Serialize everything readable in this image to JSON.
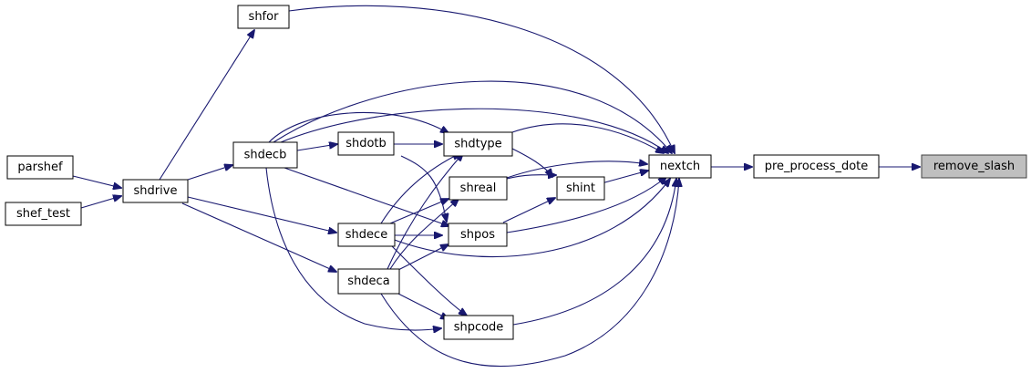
{
  "graph": {
    "nodes": [
      {
        "id": "shfor",
        "label": "shfor",
        "highlight": false
      },
      {
        "id": "parshef",
        "label": "parshef",
        "highlight": false
      },
      {
        "id": "shef_test",
        "label": "shef_test",
        "highlight": false
      },
      {
        "id": "shdrive",
        "label": "shdrive",
        "highlight": false
      },
      {
        "id": "shdecb",
        "label": "shdecb",
        "highlight": false
      },
      {
        "id": "shdotb",
        "label": "shdotb",
        "highlight": false
      },
      {
        "id": "shdtype",
        "label": "shdtype",
        "highlight": false
      },
      {
        "id": "shreal",
        "label": "shreal",
        "highlight": false
      },
      {
        "id": "shint",
        "label": "shint",
        "highlight": false
      },
      {
        "id": "shdece",
        "label": "shdece",
        "highlight": false
      },
      {
        "id": "shpos",
        "label": "shpos",
        "highlight": false
      },
      {
        "id": "shdeca",
        "label": "shdeca",
        "highlight": false
      },
      {
        "id": "shpcode",
        "label": "shpcode",
        "highlight": false
      },
      {
        "id": "nextch",
        "label": "nextch",
        "highlight": false
      },
      {
        "id": "pre_process_dote",
        "label": "pre_process_dote",
        "highlight": false
      },
      {
        "id": "remove_slash",
        "label": "remove_slash",
        "highlight": true
      }
    ],
    "colors": {
      "edge": "#191970",
      "highlight_fill": "#bfbfbf"
    }
  }
}
